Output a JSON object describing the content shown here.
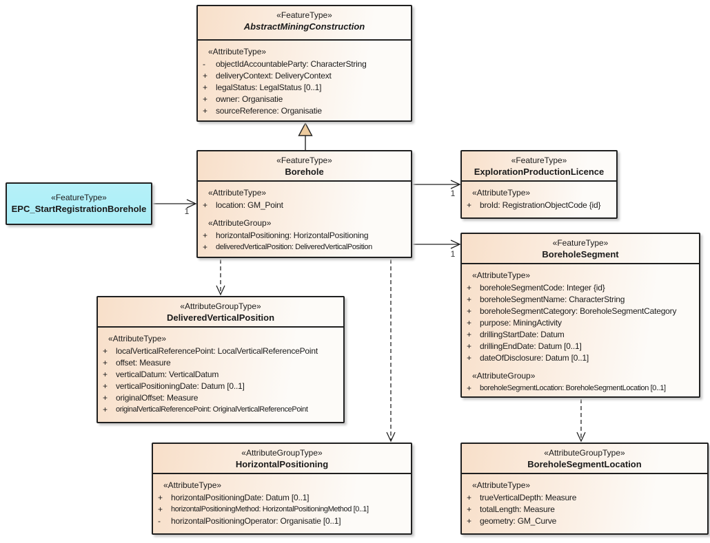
{
  "colors": {
    "box_gradient_start": "#F8DFC9",
    "box_gradient_end": "#FDFBF8",
    "epc_fill": "#AEEEF7",
    "border": "#1F1F1F",
    "generalization_triangle_fill": "#EDCB9E",
    "shadow": "#C9C9C9"
  },
  "boxes": {
    "abstract_mining_construction": {
      "stereotype": "«FeatureType»",
      "name": "AbstractMiningConstruction",
      "sections": [
        {
          "header": "«AttributeType»",
          "rows": [
            {
              "vis": "-",
              "text": "objectIdAccountableParty: CharacterString"
            },
            {
              "vis": "+",
              "text": "deliveryContext: DeliveryContext"
            },
            {
              "vis": "+",
              "text": "legalStatus: LegalStatus [0..1]"
            },
            {
              "vis": "+",
              "text": "owner: Organisatie"
            },
            {
              "vis": "+",
              "text": "sourceReference: Organisatie"
            }
          ]
        }
      ]
    },
    "borehole": {
      "stereotype": "«FeatureType»",
      "name": "Borehole",
      "sections": [
        {
          "header": "«AttributeType»",
          "rows": [
            {
              "vis": "+",
              "text": "location: GM_Point"
            }
          ]
        },
        {
          "header": "«AttributeGroup»",
          "rows": [
            {
              "vis": "+",
              "text": "horizontalPositioning: HorizontalPositioning"
            },
            {
              "vis": "+",
              "text": "deliveredVerticalPosition: DeliveredVerticalPosition"
            }
          ]
        }
      ]
    },
    "epc_start_registration_borehole": {
      "stereotype": "«FeatureType»",
      "name": "EPC_StartRegistrationBorehole"
    },
    "exploration_production_licence": {
      "stereotype": "«FeatureType»",
      "name": "ExplorationProductionLicence",
      "sections": [
        {
          "header": "«AttributeType»",
          "rows": [
            {
              "vis": "+",
              "text": "broId: RegistrationObjectCode {id}"
            }
          ]
        }
      ]
    },
    "borehole_segment": {
      "stereotype": "«FeatureType»",
      "name": "BoreholeSegment",
      "sections": [
        {
          "header": "«AttributeType»",
          "rows": [
            {
              "vis": "+",
              "text": "boreholeSegmentCode: Integer {id}"
            },
            {
              "vis": "+",
              "text": "boreholeSegmentName: CharacterString"
            },
            {
              "vis": "+",
              "text": "boreholeSegmentCategory: BoreholeSegmentCategory"
            },
            {
              "vis": "+",
              "text": "purpose: MiningActivity"
            },
            {
              "vis": "+",
              "text": "drillingStartDate: Datum"
            },
            {
              "vis": "+",
              "text": "drillingEndDate: Datum [0..1]"
            },
            {
              "vis": "+",
              "text": "dateOfDisclosure: Datum [0..1]"
            }
          ]
        },
        {
          "header": "«AttributeGroup»",
          "rows": [
            {
              "vis": "+",
              "text": "boreholeSegmentLocation: BoreholeSegmentLocation [0..1]"
            }
          ]
        }
      ]
    },
    "delivered_vertical_position": {
      "stereotype": "«AttributeGroupType»",
      "name": "DeliveredVerticalPosition",
      "sections": [
        {
          "header": "«AttributeType»",
          "rows": [
            {
              "vis": "+",
              "text": "localVerticalReferencePoint: LocalVerticalReferencePoint"
            },
            {
              "vis": "+",
              "text": "offset: Measure"
            },
            {
              "vis": "+",
              "text": "verticalDatum: VerticalDatum"
            },
            {
              "vis": "+",
              "text": "verticalPositioningDate: Datum [0..1]"
            },
            {
              "vis": "+",
              "text": "originalOffset: Measure"
            },
            {
              "vis": "+",
              "text": "originalVerticalReferencePoint: OriginalVerticalReferencePoint"
            }
          ]
        }
      ]
    },
    "horizontal_positioning": {
      "stereotype": "«AttributeGroupType»",
      "name": "HorizontalPositioning",
      "sections": [
        {
          "header": "«AttributeType»",
          "rows": [
            {
              "vis": "+",
              "text": "horizontalPositioningDate: Datum [0..1]"
            },
            {
              "vis": "+",
              "text": "horizontalPositioningMethod: HorizontalPositioningMethod [0..1]"
            },
            {
              "vis": "-",
              "text": "horizontalPositioningOperator: Organisatie [0..1]"
            }
          ]
        }
      ]
    },
    "borehole_segment_location": {
      "stereotype": "«AttributeGroupType»",
      "name": "BoreholeSegmentLocation",
      "sections": [
        {
          "header": "«AttributeType»",
          "rows": [
            {
              "vis": "+",
              "text": "trueVerticalDepth: Measure"
            },
            {
              "vis": "+",
              "text": "totalLength: Measure"
            },
            {
              "vis": "+",
              "text": "geometry: GM_Curve"
            }
          ]
        }
      ]
    }
  },
  "connectors": {
    "epc_to_borehole": {
      "multiplicity": "1"
    },
    "borehole_to_licence": {
      "multiplicity": "1"
    },
    "borehole_to_segment": {
      "multiplicity": "1"
    }
  }
}
